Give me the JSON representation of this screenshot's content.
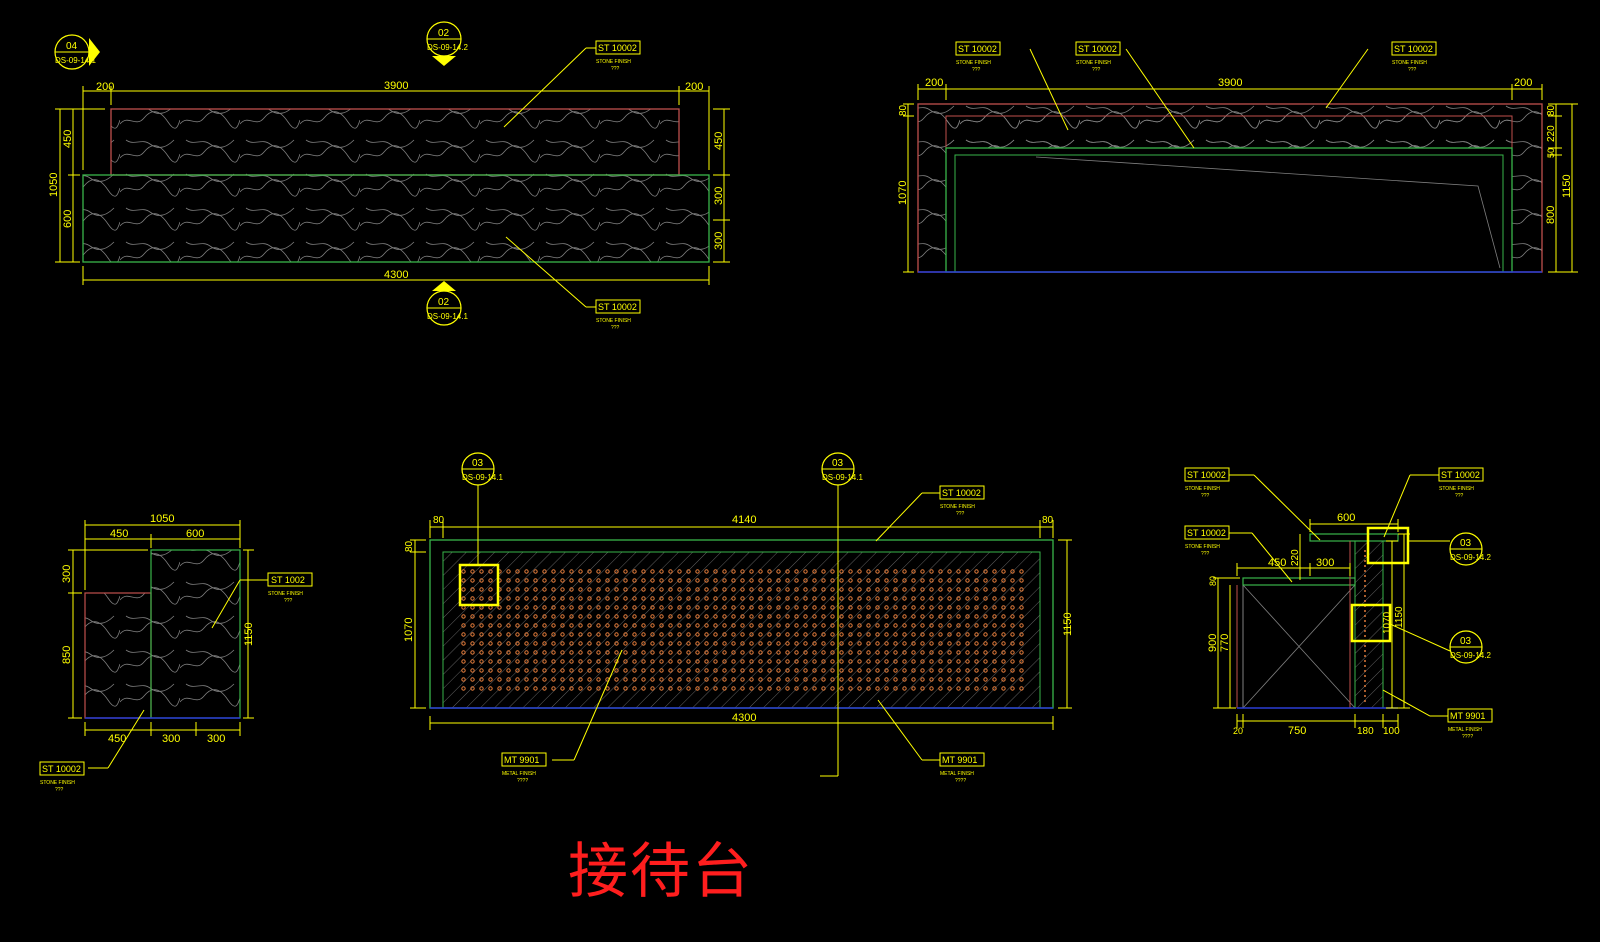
{
  "title": "接待台",
  "colors": {
    "background": "#000000",
    "dimension": "#ffff00",
    "outline_red": "#c0504d",
    "outline_green": "#39b54a",
    "outline_blue": "#2a3dd6",
    "hatch": "#bfbfbf",
    "dots": "#e07a3a",
    "title": "#ff1e1e"
  },
  "callouts": {
    "st_10002": "ST 10002",
    "st_1002": "ST 1002",
    "mt_9901": "MT 9901",
    "stone_finish": "STONE FINISH",
    "metal_finish": "METAL FINISH",
    "q3": "???",
    "q4": "????"
  },
  "markers": {
    "m04": "04",
    "m04_ref": "DS-09-14.1",
    "m02": "02",
    "m02_ref_top": "DS-09-14.2",
    "m02_ref_bottom": "DS-09-14.1",
    "m03": "03",
    "m03_ref1": "DS-09-14.1",
    "m03_ref2": "DS-09-14.2"
  },
  "plan": {
    "top_left": "200",
    "top_mid": "3900",
    "top_right": "200",
    "left_top": "450",
    "left_total": "1050",
    "left_bottom": "600",
    "right_top": "450",
    "right_mid": "300",
    "right_bottom": "300",
    "bottom": "4300"
  },
  "back_elevation": {
    "top_left": "200",
    "top_mid": "3900",
    "top_right": "200",
    "left_top": "80",
    "left_total": "1070",
    "right_a": "80",
    "right_b": "220",
    "right_c": "50",
    "right_d": "800",
    "right_total": "1150"
  },
  "side_elevation": {
    "top_total": "1050",
    "top_left": "450",
    "top_right": "600",
    "left_top": "300",
    "left_bottom": "850",
    "right_total": "1150",
    "bottom_a": "450",
    "bottom_b": "300",
    "bottom_c": "300"
  },
  "front_elevation": {
    "top_left": "80",
    "top_mid": "4140",
    "top_right": "80",
    "left_top": "80",
    "left_total": "1070",
    "right_total": "1150",
    "bottom": "4300"
  },
  "section": {
    "top": "600",
    "a": "450",
    "b": "220",
    "c": "300",
    "left_top": "80",
    "left_a": "900",
    "left_b": "770",
    "right_a": "1070",
    "right_b": "1150",
    "bottom_a": "20",
    "bottom_b": "750",
    "bottom_c": "180",
    "bottom_d": "100"
  }
}
